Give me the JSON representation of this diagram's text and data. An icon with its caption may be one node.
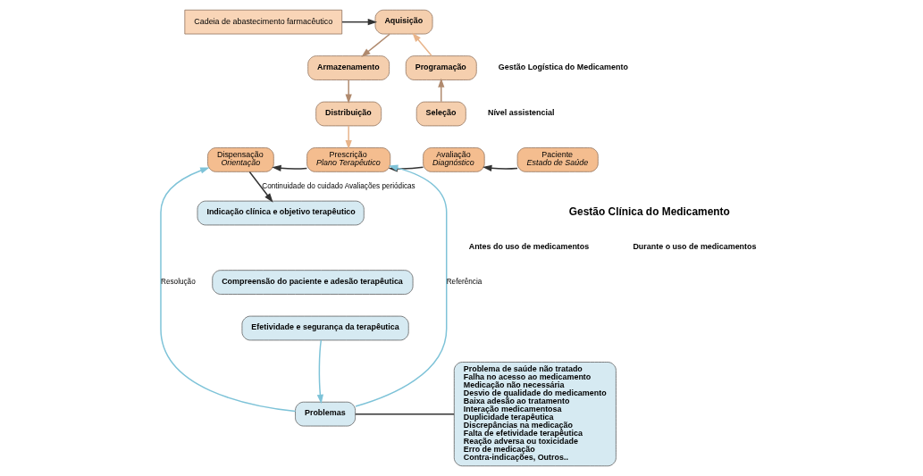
{
  "diagram": {
    "nodes": [
      {
        "text": [
          "Cadeia de abastecimento farmacêutico"
        ]
      },
      {
        "text": [
          "Aquisição"
        ]
      },
      {
        "text": [
          "Programação"
        ]
      },
      {
        "text": [
          "Armazenamento"
        ]
      },
      {
        "text": [
          "Seleção"
        ]
      },
      {
        "text": [
          "Distribuição"
        ]
      },
      {
        "text": [
          "Dispensação",
          "Orientação"
        ]
      },
      {
        "text": [
          "Prescrição",
          "Plano Terapêutico"
        ]
      },
      {
        "text": [
          "Avaliação",
          "Diagnóstico"
        ]
      },
      {
        "text": [
          "Paciente",
          "Estado de Saúde"
        ]
      },
      {
        "text": [
          "Indicação clínica e objetivo terapêutico"
        ]
      },
      {
        "text": [
          "Compreensão do paciente e adesão terapêutica"
        ]
      },
      {
        "text": [
          "Efetividade e segurança da terapêutica"
        ]
      },
      {
        "text": [
          "Problemas"
        ]
      },
      {
        "text": [
          "Problema de saúde não tratado",
          "Falha no acesso ao medicamento",
          "Medicação não necessária",
          "Desvio de qualidade do medicamento",
          "Baixa adesão ao tratamento",
          "Interação medicamentosa",
          "Duplicidade terapêutica",
          "Discrepâncias na medicação",
          "Falta de efetividade terapêutica",
          "Reação adversa ou toxicidade",
          "Erro de medicação",
          "Contra-indicações, Outros.."
        ]
      }
    ],
    "edges": [
      {
        "from": 0,
        "to": 1,
        "arrow": "to"
      },
      {
        "from": 4,
        "to": 2,
        "arrow": "to",
        "color": "#b08a6e"
      },
      {
        "from": 2,
        "to": 1,
        "arrow": "to",
        "color": "#e8b48a"
      },
      {
        "from": 1,
        "to": 3,
        "arrow": "to",
        "color": "#b08a6e"
      },
      {
        "from": 3,
        "to": 5,
        "arrow": "to",
        "color": "#b08a6e"
      },
      {
        "from": 5,
        "to": 7,
        "arrow": "to",
        "color": "#e8b48a"
      },
      {
        "from": 9,
        "to": 8,
        "arrow": "to"
      },
      {
        "from": 8,
        "to": 7,
        "arrow": "to"
      },
      {
        "from": 7,
        "to": 6,
        "arrow": "to"
      },
      {
        "from": 6,
        "to": 10,
        "arrow": "to",
        "label": "Continuidade do cuidado Avaliações periódicas"
      },
      {
        "from": 12,
        "to": 13,
        "arrow": "to",
        "color": "#7ec3d8"
      },
      {
        "from": 13,
        "to": 6,
        "arrow": "to",
        "label": "Resolução",
        "color": "#7ec3d8"
      },
      {
        "from": 13,
        "to": 7,
        "arrow": "to",
        "label": "Referência",
        "color": "#7ec3d8"
      },
      {
        "from": 13,
        "to": 14,
        "arrow": "none"
      }
    ],
    "labels": [
      "Gestão Logística do Medicamento",
      "Nível assistencial",
      "Antes do uso de medicamentos",
      "Durante o uso de medicamentos",
      "Gestão Clínica do Medicamento"
    ]
  }
}
